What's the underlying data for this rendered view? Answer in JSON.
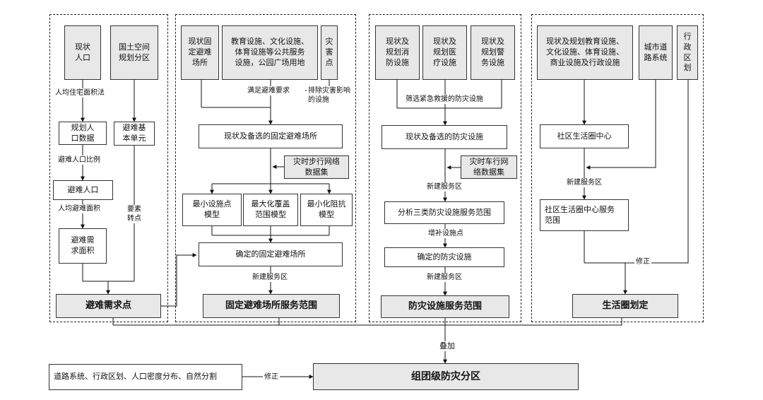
{
  "panels": {
    "p1": {
      "pop": "现状\n人口",
      "zoning": "国土空间\n规划分区",
      "lbl_area_method": "人均住宅面积法",
      "plan_pop": "规划人\n口数据",
      "basic_unit": "避难基\n本单元",
      "lbl_ratio": "避难人口比例",
      "refuge_pop": "避难人口",
      "lbl_per_area": "人均避难面积",
      "lbl_feature": "要素\n转点",
      "demand_area": "避难需\n求面积",
      "title": "避难需求点"
    },
    "p2": {
      "fixed_shelter": "现状固\n定避难\n场所",
      "facilities": "教育设施、文化设施、\n体育设施等公共服务\n设施，公园广场用地",
      "hazard": "灾\n害\n点",
      "lbl_meet": "满足避难要求",
      "lbl_exclude": "排除灾害影响\n的设施",
      "candidate": "现状及备选的固定避难场所",
      "walk_net": "灾时步行网络\n数据集",
      "m_min_facility": "最小设施点\n模型",
      "m_max_cover": "最大化覆盖\n范围模型",
      "m_min_impedance": "最小化阻抗\n模型",
      "confirmed": "确定的固定避难场所",
      "lbl_new_service": "新建服务区",
      "title": "固定避难场所服务范围"
    },
    "p3": {
      "fire": "现状及\n规划消\n防设施",
      "medical": "现状及\n规划医\n疗设施",
      "police": "现状及\n规划警\n务设施",
      "lbl_filter": "筛选紧急救援的防灾设施",
      "candidate": "现状及备选的防灾设施",
      "drive_net": "灾时车行网\n络数据集",
      "lbl_new_service": "新建服务区",
      "analysis": "分析三类防灾设施服务范围",
      "lbl_add_points": "增补设施点",
      "confirmed": "确定的防灾设施",
      "lbl_new_service2": "新建服务区",
      "title": "防灾设施服务范围"
    },
    "p4": {
      "facilities": "现状及规划教育设施、\n文化设施、体育设施、\n商业设施及行政设施",
      "roads": "城市道\n路系统",
      "admin": "行\n政\n区\n划",
      "center": "社区生活圈中心",
      "lbl_new_service": "新建服务区",
      "service_range": "社区生活圈中心服务\n范围",
      "lbl_revise": "修正",
      "title": "生活圈划定"
    }
  },
  "bottom": {
    "lbl_overlay": "叠加",
    "inputs": "道路系统、行政区划、人口密度分布、自然分割",
    "lbl_revise": "修正",
    "result": "组团级防灾分区"
  }
}
